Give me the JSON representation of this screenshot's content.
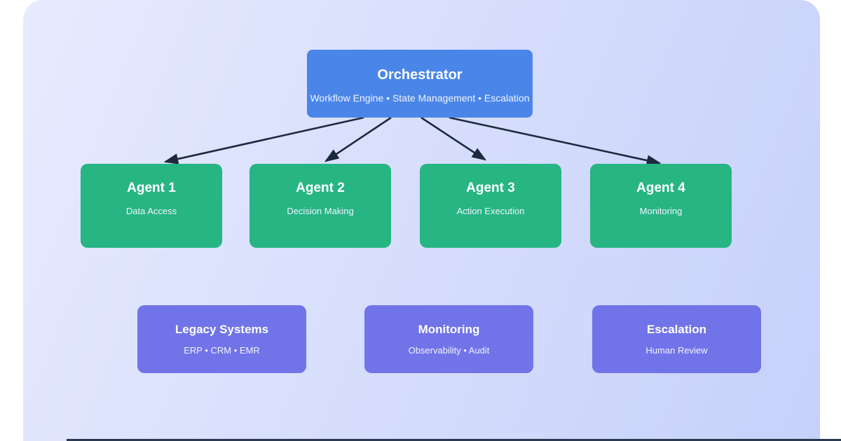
{
  "diagram": {
    "orchestrator": {
      "title": "Orchestrator",
      "subtitle": "Workflow Engine • State Management • Escalation",
      "color": "#4a86e8"
    },
    "agents": [
      {
        "title": "Agent 1",
        "subtitle": "Data Access"
      },
      {
        "title": "Agent 2",
        "subtitle": "Decision Making"
      },
      {
        "title": "Agent 3",
        "subtitle": "Action Execution"
      },
      {
        "title": "Agent 4",
        "subtitle": "Monitoring"
      }
    ],
    "agent_color": "#27b583",
    "systems": [
      {
        "title": "Legacy Systems",
        "subtitle": "ERP • CRM • EMR"
      },
      {
        "title": "Monitoring",
        "subtitle": "Observability • Audit"
      },
      {
        "title": "Escalation",
        "subtitle": "Human Review"
      }
    ],
    "system_color": "#7174e8",
    "arrow_color": "#1d2a3e",
    "background": {
      "from": "#e7ebfe",
      "to": "#c6d0fa"
    }
  }
}
